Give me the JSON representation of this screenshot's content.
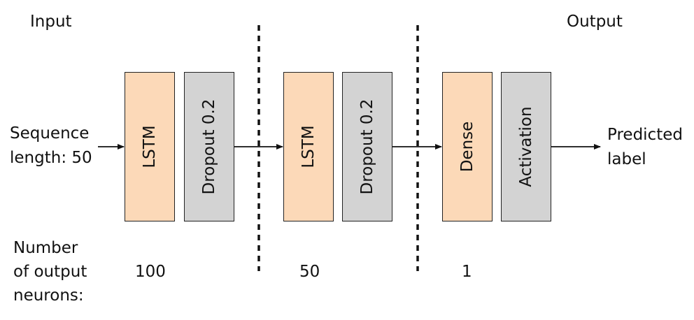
{
  "input_label": "Input",
  "output_label": "Output",
  "sequence_line1": "Sequence",
  "sequence_line2": "length: 50",
  "predicted_line1": "Predicted",
  "predicted_line2": "label",
  "neurons_line1": "Number",
  "neurons_line2": "of output",
  "neurons_line3": "neurons:",
  "layers": [
    {
      "label": "LSTM",
      "color": "#fcd9b8"
    },
    {
      "label": "Dropout 0.2",
      "color": "#d3d3d3"
    },
    {
      "label": "LSTM",
      "color": "#fcd9b8"
    },
    {
      "label": "Dropout 0.2",
      "color": "#d3d3d3"
    },
    {
      "label": "Dense",
      "color": "#fcd9b8"
    },
    {
      "label": "Activation",
      "color": "#d3d3d3"
    }
  ],
  "neuron_counts": [
    "100",
    "50",
    "1"
  ]
}
